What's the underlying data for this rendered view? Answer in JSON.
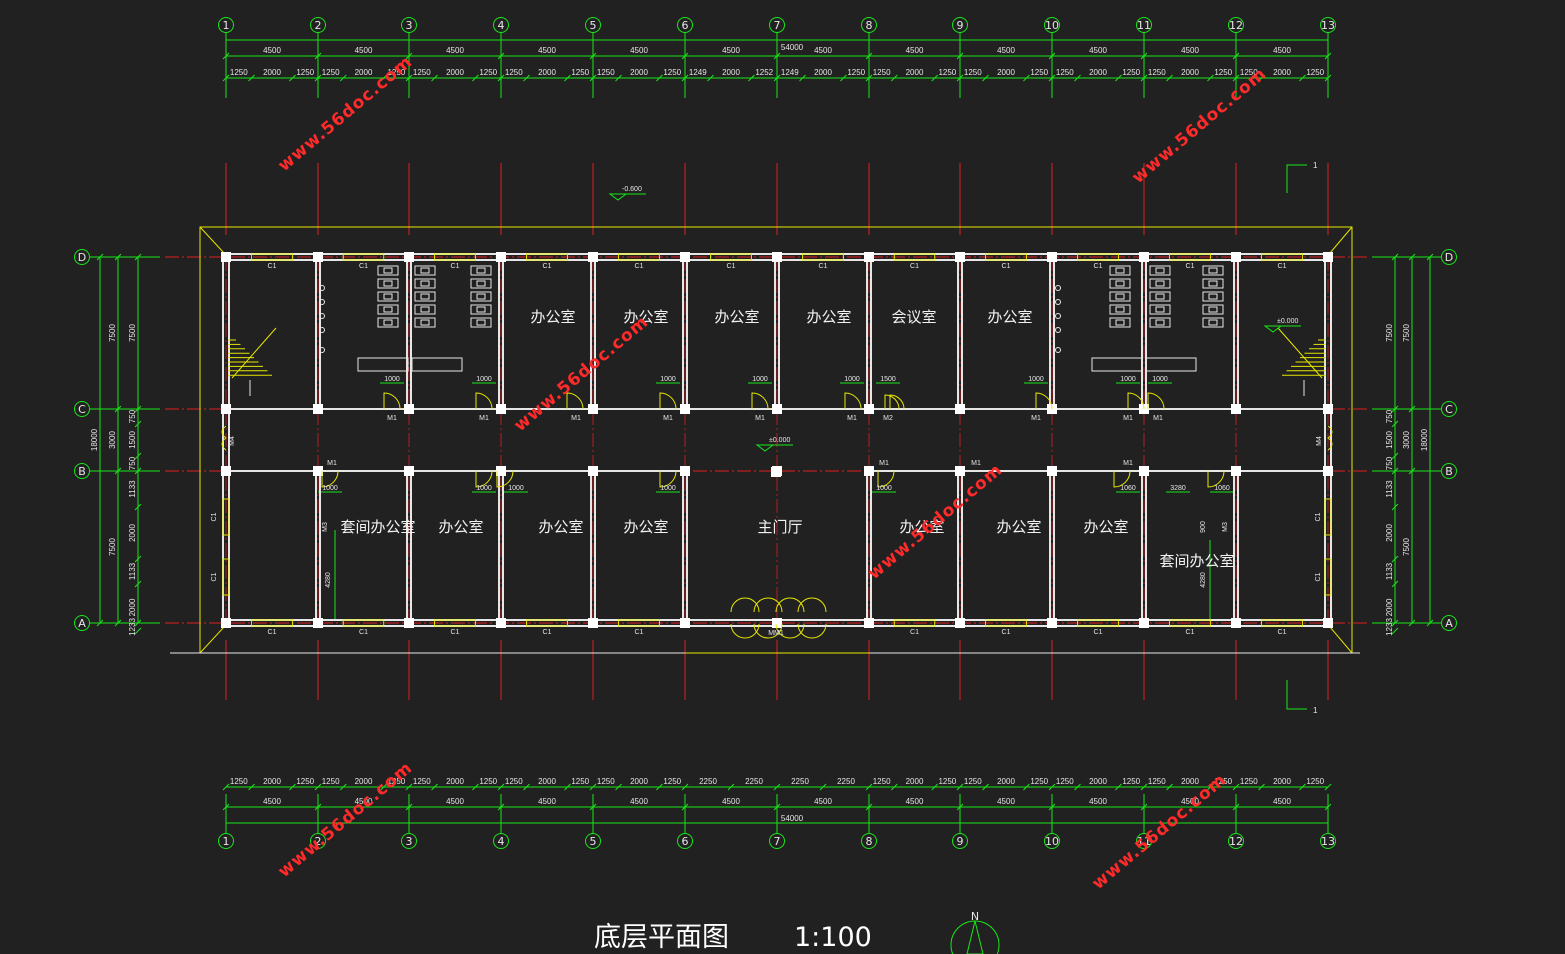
{
  "corner_label": "",
  "grid": {
    "columns": [
      "1",
      "2",
      "3",
      "4",
      "5",
      "6",
      "7",
      "8",
      "9",
      "10",
      "11",
      "12",
      "13"
    ],
    "rows": [
      "D",
      "C",
      "B",
      "A"
    ]
  },
  "dims": {
    "top_bays": [
      "4500",
      "4500",
      "4500",
      "4500",
      "4500",
      "4500",
      "4500",
      "4500",
      "4500",
      "4500",
      "4500",
      "4500"
    ],
    "top_total": "54000",
    "top_details": [
      "1250",
      "2000",
      "1250",
      "1250",
      "2000",
      "1250",
      "1250",
      "2000",
      "1250",
      "1250",
      "2000",
      "1250",
      "1250",
      "2000",
      "1250",
      "1249",
      "2000",
      "1252",
      "1249",
      "2000",
      "1250",
      "1250",
      "2000",
      "1250",
      "1250",
      "2000",
      "1250",
      "1250",
      "2000",
      "1250",
      "1250",
      "2000",
      "1250",
      "1250",
      "2000",
      "1250"
    ],
    "bottom_details": [
      "1250",
      "2000",
      "1250",
      "1250",
      "2000",
      "1250",
      "1250",
      "2000",
      "1250",
      "1250",
      "2000",
      "1250",
      "1250",
      "2000",
      "1250",
      "2250",
      "2250",
      "2250",
      "2250",
      "1250",
      "2000",
      "1250",
      "1250",
      "2000",
      "1250",
      "1250",
      "2000",
      "1250",
      "1250",
      "2000",
      "1250",
      "1250",
      "2000",
      "1250"
    ],
    "bottom_bays": [
      "4500",
      "4500",
      "4500",
      "4500",
      "4500",
      "4500",
      "4500",
      "4500",
      "4500",
      "4500",
      "4500",
      "4500"
    ],
    "bottom_total": "54000",
    "side_outer": "18000",
    "side_mid": [
      "7500",
      "3000",
      "7500"
    ],
    "side_inner": [
      "7500",
      "750",
      "1500",
      "750",
      "1133",
      "2000",
      "1133",
      "2000",
      "1233"
    ]
  },
  "levels": {
    "outside": "-0.600",
    "hall": "±0.000",
    "stair": "±0.000"
  },
  "rooms": {
    "office": "办公室",
    "meeting": "会议室",
    "suite": "套间办公室",
    "lobby": "主门厅"
  },
  "labels": {
    "window": "C1",
    "door": "M1",
    "door2": "M2",
    "door3": "M3",
    "door4": "M4",
    "main_door": "MM1",
    "w1000": "1000",
    "w1500": "1500",
    "w1060": "1060",
    "w3280": "3280",
    "h4280": "4280",
    "h900": "900",
    "section": "1"
  },
  "watermark": "www.56doc.com",
  "title": {
    "name": "底层平面图",
    "scale": "1:100"
  },
  "north": "N"
}
